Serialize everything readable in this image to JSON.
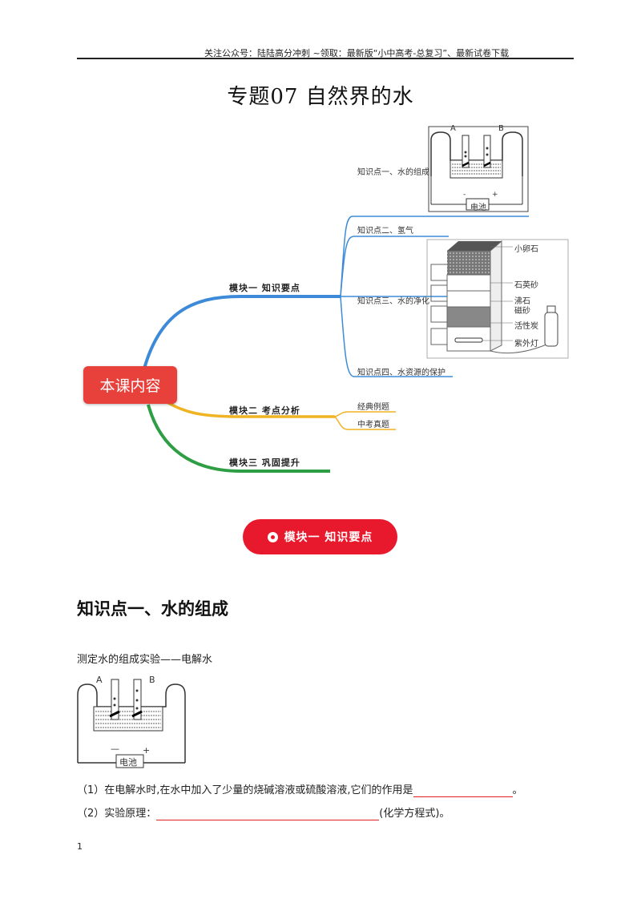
{
  "header": {
    "note": "关注公众号：陆陆高分冲刺 ~领取：最新版“小中高考-总复习”、最新试卷下载"
  },
  "title": "专题07  自然界的水",
  "mindmap": {
    "center": "本课内容",
    "branches": [
      {
        "label": "模块一  知识要点",
        "children": [
          "知识点一、水的组成",
          "知识点二、氢气",
          "知识点三、水的净化",
          "知识点四、水资源的保护"
        ]
      },
      {
        "label": "模块二  考点分析",
        "children": [
          "经典例题",
          "中考真题"
        ]
      },
      {
        "label": "模块三  巩固提升",
        "children": []
      }
    ],
    "electrolysis_labels": {
      "a": "A",
      "b": "B",
      "minus": "-",
      "plus": "+",
      "battery": "电池"
    },
    "filter_labels": [
      "小卵石",
      "石英砂",
      "沸石",
      "磁砂",
      "活性炭",
      "紫外灯"
    ]
  },
  "section_pill": "模块一  知识要点",
  "section": {
    "heading": "知识点一、水的组成",
    "intro": "测定水的组成实验——电解水",
    "figure_labels": {
      "a": "A",
      "b": "B",
      "minus": "—",
      "plus": "+",
      "battery": "电池"
    },
    "q1_prefix": "（1）在电解水时,在水中加入了少量的烧碱溶液或硫酸溶液,它们的作用是",
    "q1_suffix": "。",
    "q2_prefix": "（2）实验原理：",
    "q2_suffix": "(化学方程式)。"
  },
  "page_number": "1",
  "colors": {
    "red": "#e8413b",
    "branch1": "#3d8bd8",
    "branch2": "#f0b324",
    "branch3": "#2e9e45",
    "blank_line": "#e02020"
  }
}
